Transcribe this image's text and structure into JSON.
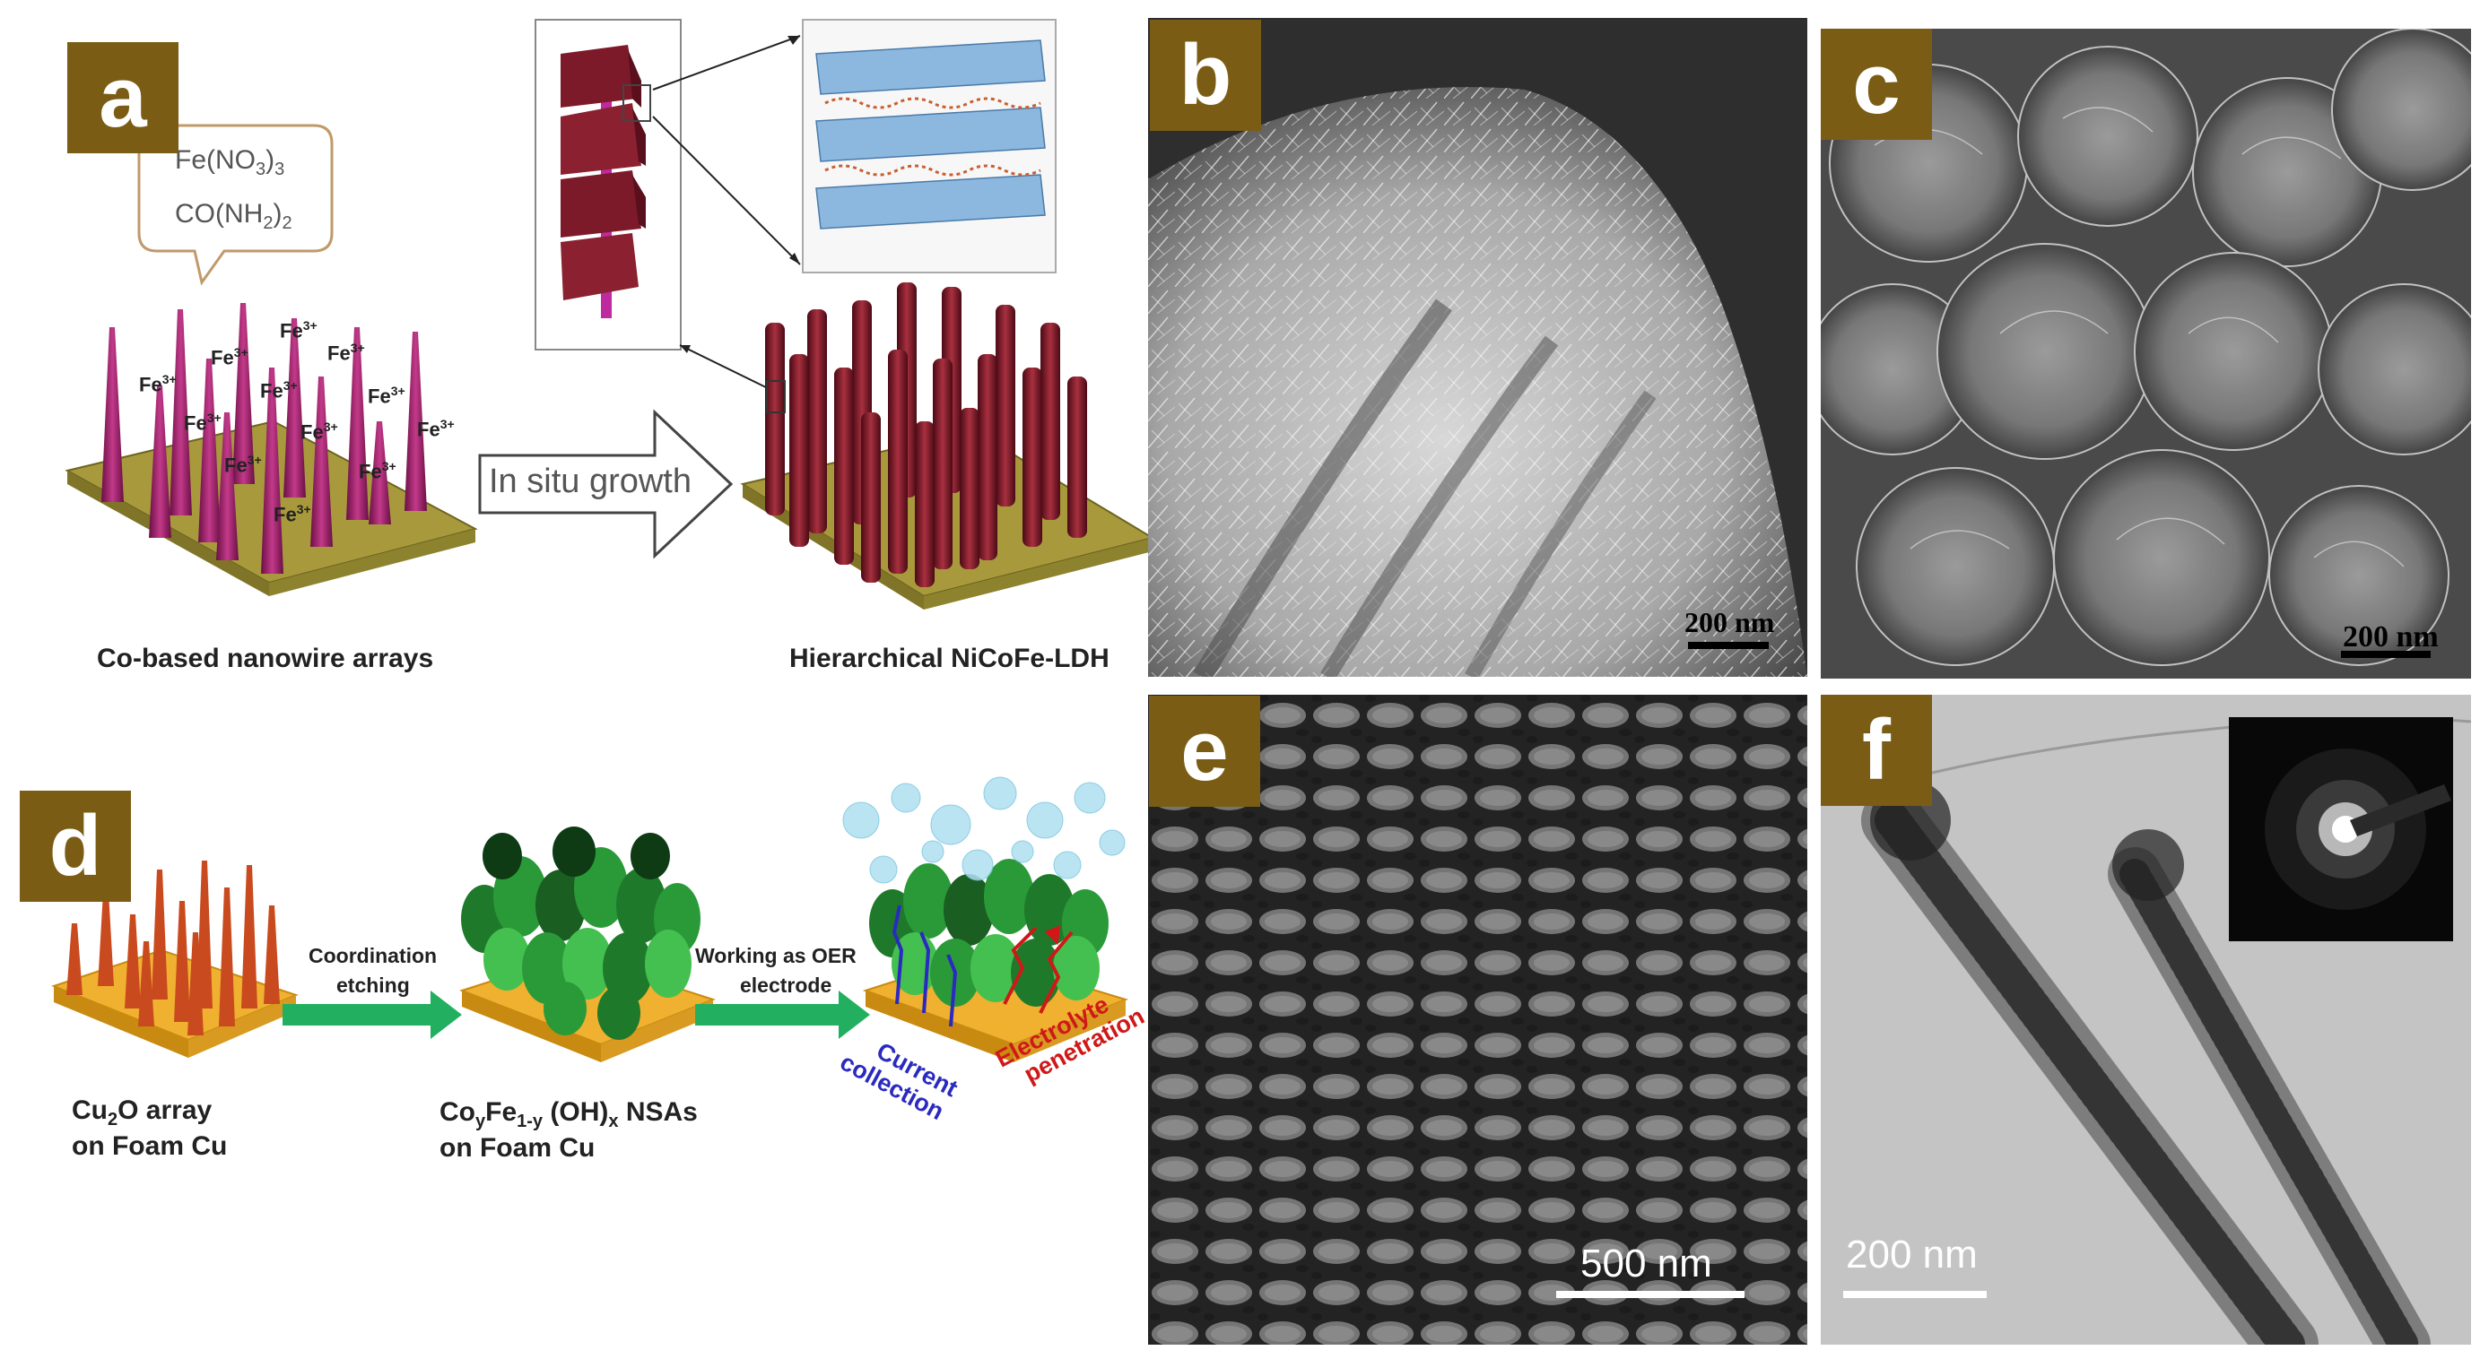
{
  "panels": {
    "a": {
      "label": "a",
      "callout_line1_main": "Fe(NO",
      "callout_line1_sub": "3",
      "callout_line1_tail": ")",
      "callout_line1_sub2": "3",
      "callout_line2_main": "CO(NH",
      "callout_line2_sub": "2",
      "callout_line2_tail": ")",
      "callout_line2_sub2": "2",
      "ion_main": "Fe",
      "ion_sup": "3+",
      "arrow_text": "In situ growth",
      "caption_left": "Co-based nanowire arrays",
      "caption_right": "Hierarchical NiCoFe-LDH"
    },
    "b": {
      "label": "b",
      "scale": "200 nm"
    },
    "c": {
      "label": "c",
      "scale": "200 nm"
    },
    "d": {
      "label": "d",
      "step1_line1": "Coordination",
      "step1_line2": "etching",
      "step2_line1": "Working as OER",
      "step2_line2": "electrode",
      "cap1_line1_main": "Cu",
      "cap1_line1_sub": "2",
      "cap1_line1_tail": "O array",
      "cap1_line2": "on Foam Cu",
      "cap2_a": "Co",
      "cap2_b": "y",
      "cap2_c": "Fe",
      "cap2_d": "1-y",
      "cap2_e": " (OH)",
      "cap2_f": "x",
      "cap2_g": " NSAs",
      "cap2_line2": "on Foam Cu",
      "blue_line1": "Current",
      "blue_line2": "collection",
      "red_line1": "Electrolyte",
      "red_line2": "penetration"
    },
    "e": {
      "label": "e",
      "scale": "500 nm"
    },
    "f": {
      "label": "f",
      "scale": "200 nm"
    }
  },
  "colors": {
    "badge": "#7a5c14",
    "substrate": "#a89a3c",
    "nanowire": "#a0206a",
    "ldh": "#7c1a2a",
    "foam": "#f0b030",
    "arrow_green": "#22b060",
    "current_blue": "#2a2ac0",
    "electrolyte_red": "#d01818"
  }
}
